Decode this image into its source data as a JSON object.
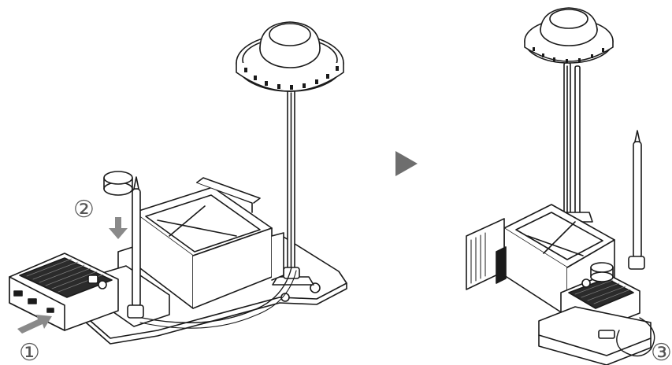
{
  "steps": {
    "step1": "①",
    "step2": "②",
    "step3": "③"
  },
  "colors": {
    "line": "#1a1a1a",
    "step_text": "#555555",
    "arrow": "#8a8a8a",
    "next_arrow": "#6e6e6e",
    "heatsink": "#2b2b2b",
    "fill": "#ffffff"
  },
  "icons": {
    "next": "play-triangle-icon",
    "insert": "insert-arrow-icon",
    "press": "press-down-arrow-icon"
  }
}
